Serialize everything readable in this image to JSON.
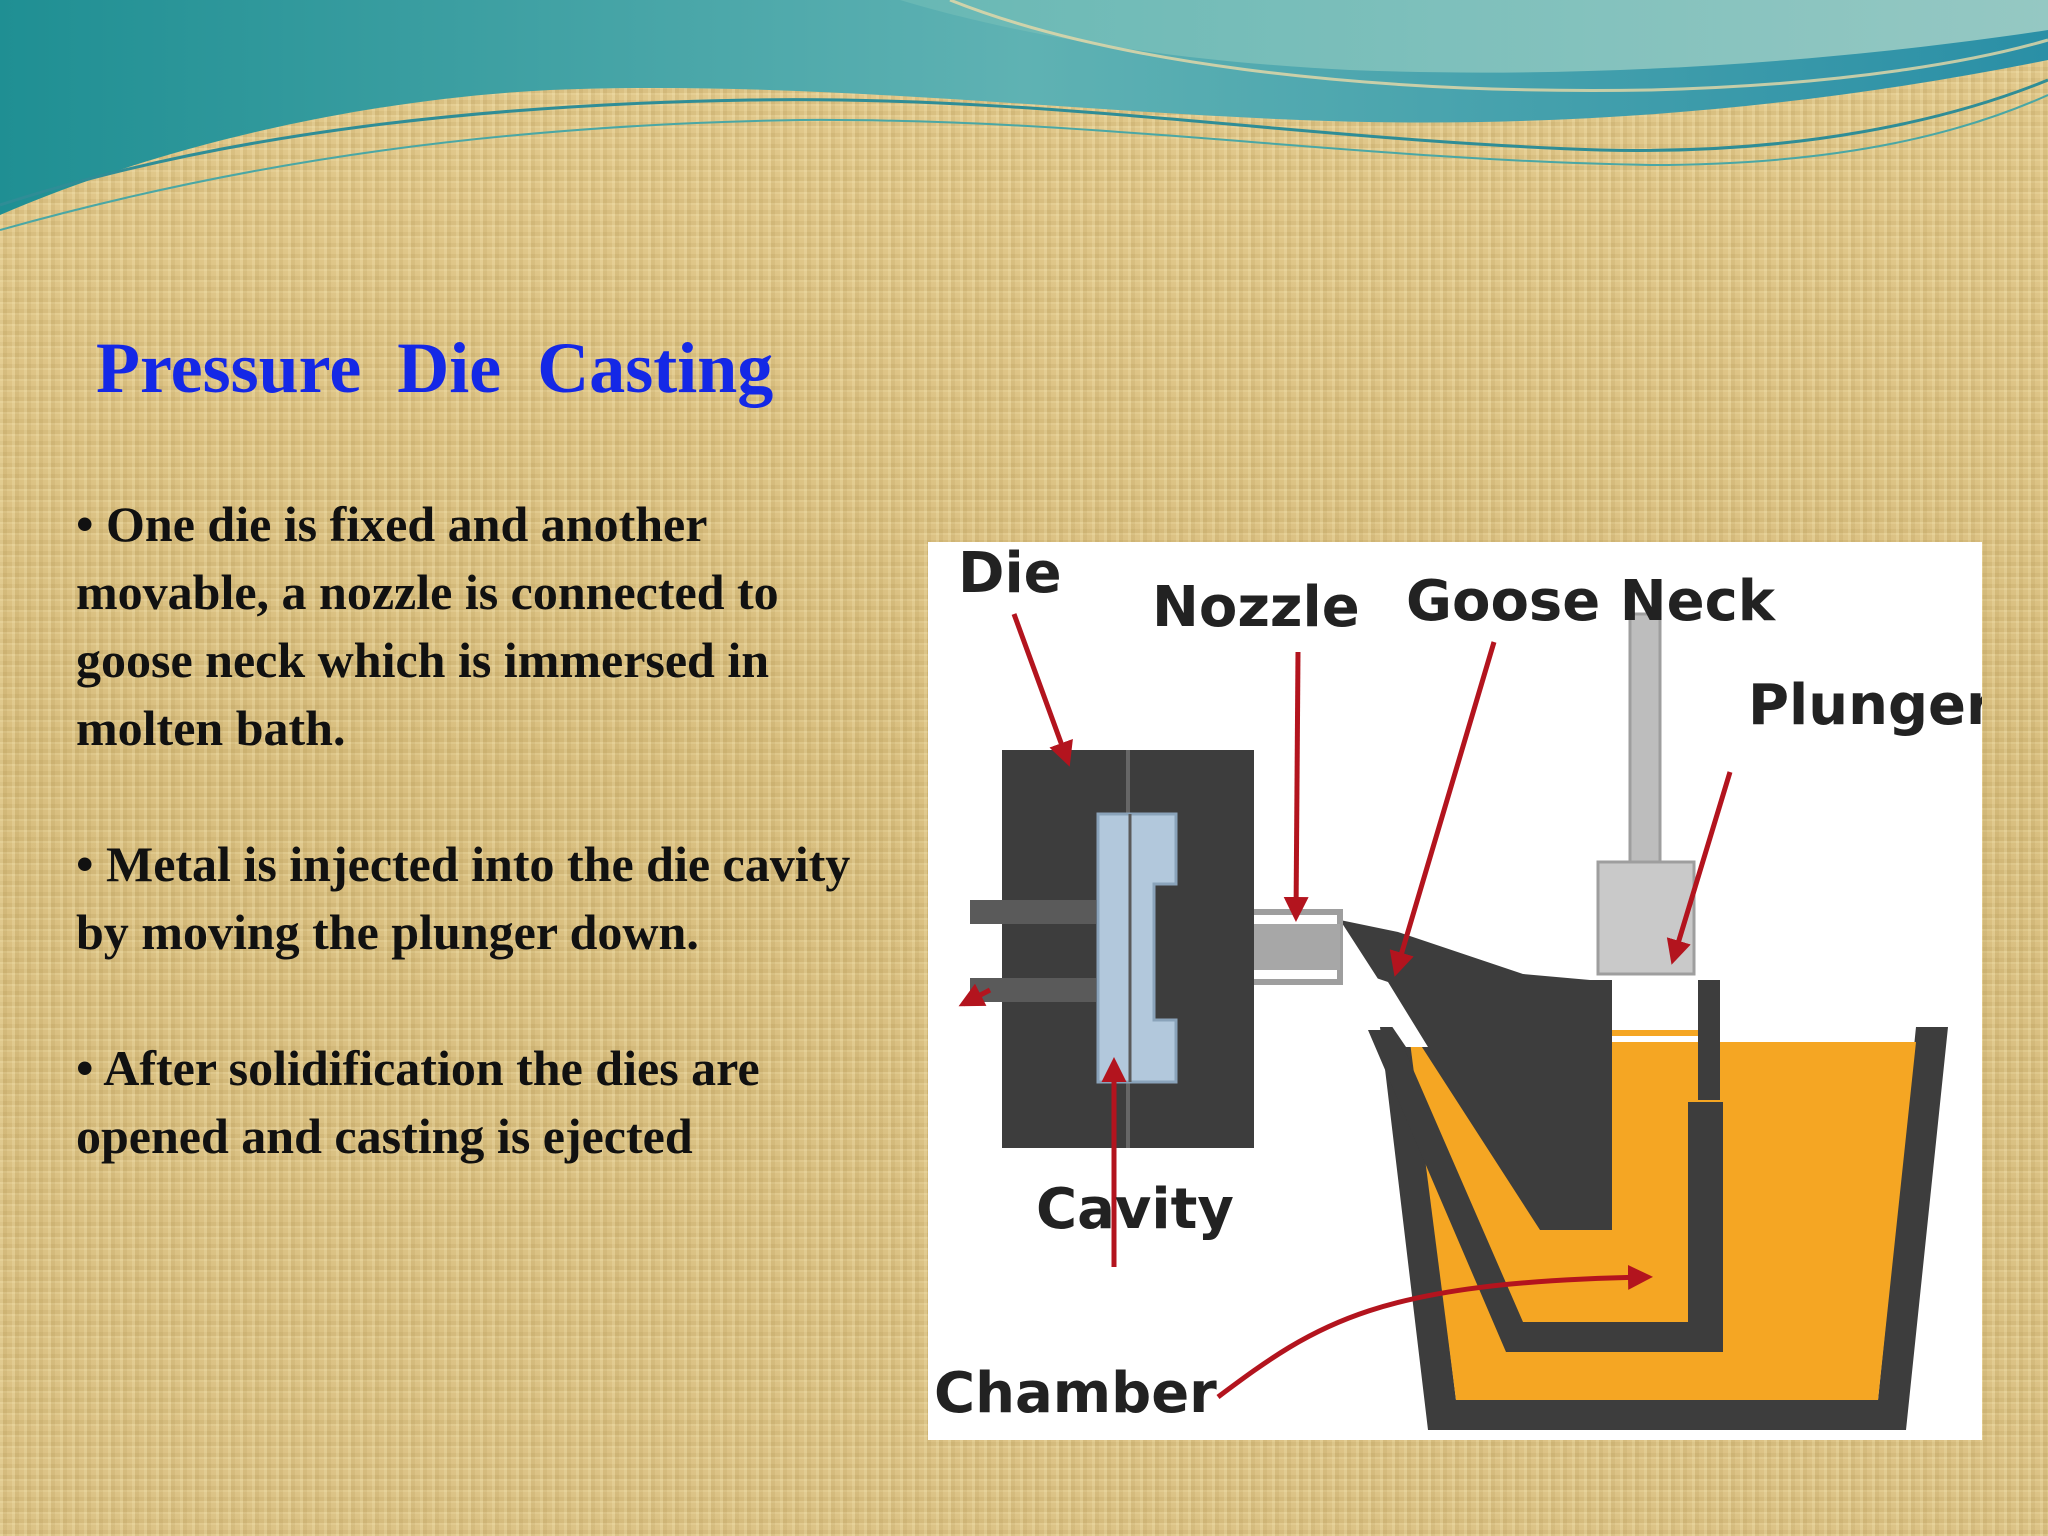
{
  "slide": {
    "title": "Pressure  Die  Casting",
    "bullets": [
      "• One die is fixed and another movable, a nozzle is connected to goose neck which is immersed in molten bath.",
      "• Metal is injected into the die cavity by moving the plunger down.",
      "• After solidification the dies are opened and casting is ejected"
    ]
  },
  "diagram": {
    "labels": {
      "die": "Die",
      "nozzle": "Nozzle",
      "goose_neck": "Goose Neck",
      "plunger": "Plunger",
      "cavity": "Cavity",
      "chamber": "Chamber"
    },
    "colors": {
      "die": "#3d3d3d",
      "cavity": "#b2c8dc",
      "molten_metal": "#f5a623",
      "plunger": "#bdbdbd",
      "arrow": "#b3141e",
      "title": "#1428e6"
    }
  }
}
